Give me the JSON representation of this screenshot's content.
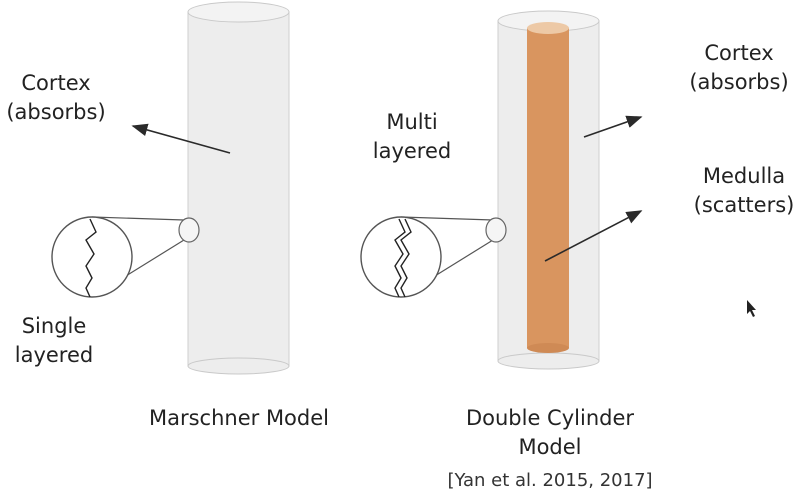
{
  "left_diagram": {
    "cortex_label": "Cortex",
    "cortex_sub": "(absorbs)",
    "layer_label_1": "Single",
    "layer_label_2": "layered",
    "caption": "Marschner Model"
  },
  "right_diagram": {
    "layer_label_1": "Multi",
    "layer_label_2": "layered",
    "cortex_label": "Cortex",
    "cortex_sub": "(absorbs)",
    "medulla_label": "Medulla",
    "medulla_sub": "(scatters)",
    "caption_1": "Double Cylinder",
    "caption_2": "Model",
    "citation": "[Yan et al. 2015, 2017]"
  },
  "colors": {
    "cylinder_fill": "#ededed",
    "cylinder_stroke": "#c9c9c9",
    "medulla_fill": "#d9955f",
    "medulla_top": "#edc9a6",
    "arrow": "#2a2a2a"
  }
}
